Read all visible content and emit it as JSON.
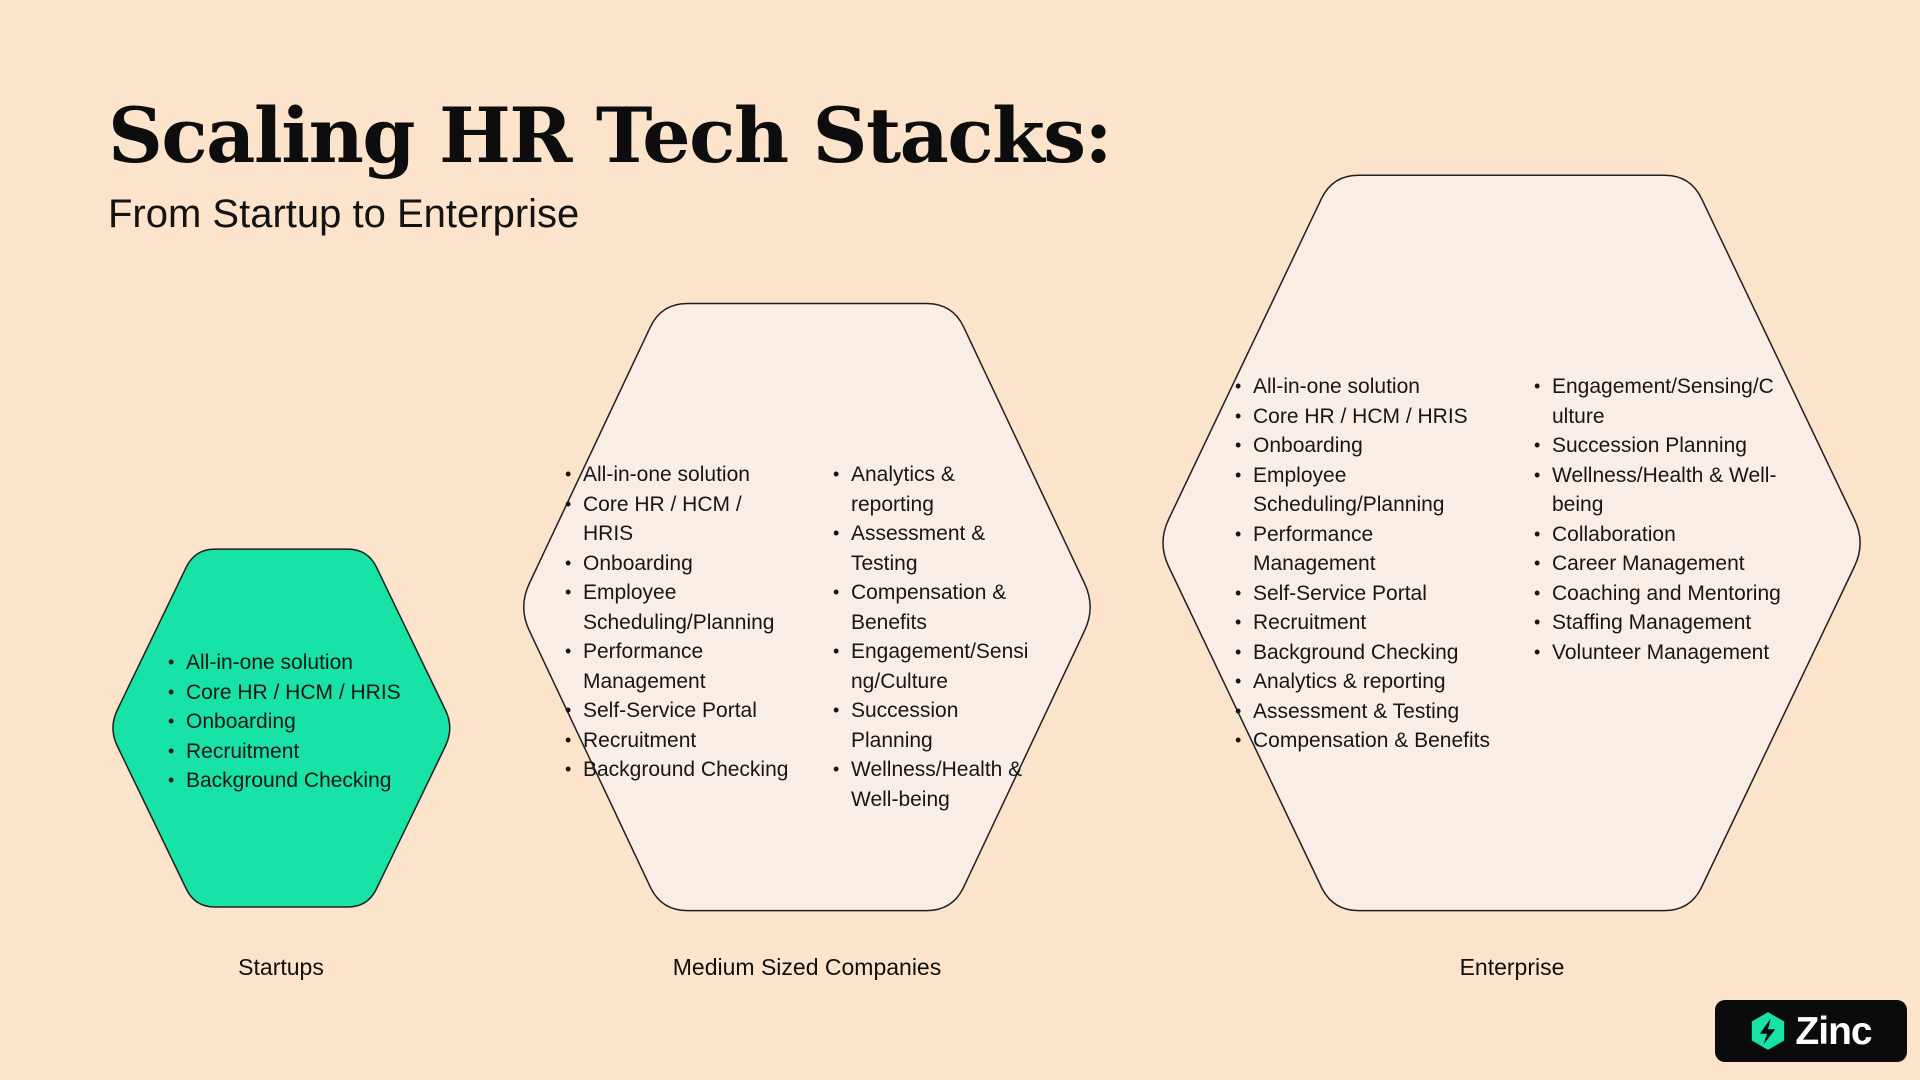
{
  "header": {
    "title": "Scaling HR Tech Stacks:",
    "subtitle": "From Startup to Enterprise"
  },
  "tiers": [
    {
      "label": "Startups",
      "columns": [
        [
          "All-in-one solution",
          "Core HR / HCM / HRIS",
          "Onboarding",
          "Recruitment",
          "Background Checking"
        ]
      ]
    },
    {
      "label": "Medium Sized Companies",
      "columns": [
        [
          "All-in-one solution",
          "Core HR / HCM / HRIS",
          "Onboarding",
          "Employee Scheduling/Planning",
          "Performance Management",
          "Self-Service Portal",
          "Recruitment",
          "Background Checking"
        ],
        [
          "Analytics & reporting",
          "Assessment & Testing",
          "Compensation & Benefits",
          "Engagement/Sensing/Culture",
          "Succession Planning",
          "Wellness/Health & Well-being"
        ]
      ]
    },
    {
      "label": "Enterprise",
      "columns": [
        [
          "All-in-one solution",
          "Core HR / HCM / HRIS",
          "Onboarding",
          "Employee Scheduling/Planning",
          "Performance Management",
          "Self-Service Portal",
          "Recruitment",
          "Background Checking",
          "Analytics & reporting",
          "Assessment & Testing",
          "Compensation & Benefits"
        ],
        [
          "Engagement/Sensing/Culture",
          "Succession Planning",
          "Wellness/Health & Well-being",
          "Collaboration",
          "Career Management",
          "Coaching and Mentoring",
          "Staffing Management",
          "Volunteer Management"
        ]
      ]
    }
  ],
  "logo": {
    "brand": "Zinc",
    "icon": "zinc-hex-bolt-icon"
  },
  "colors": {
    "background": "#fce4cc",
    "hex_fill": "#f9eee6",
    "hex_stroke": "#1f1f1f",
    "accent_green": "#17e3a6",
    "text": "#161616",
    "logo_background": "#0b0b0b",
    "logo_text": "#ffffff"
  }
}
